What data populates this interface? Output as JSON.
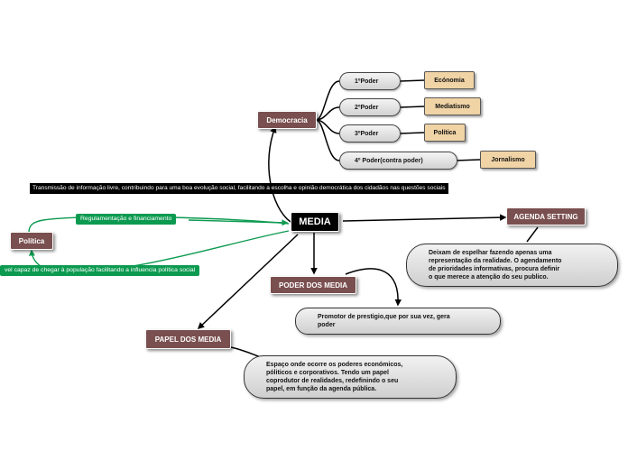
{
  "center": {
    "label": "MEDIA"
  },
  "democracia": {
    "label": "Democracia",
    "poderes": [
      {
        "label": "1ºPoder",
        "tag": "Ecónomia"
      },
      {
        "label": "2ºPoder",
        "tag": "Mediatismo"
      },
      {
        "label": "3ºPoder",
        "tag": "Política"
      },
      {
        "label": "4º Poder(contra poder)",
        "tag": "Jornalismo"
      }
    ]
  },
  "transmissao": "Transmissão de informação livre, contribuindo para uma boa evolução social, facilitando a escolha e opinião democrática dos cidadãos nas questões sociais",
  "politica": {
    "label": "Política",
    "link_top": "Regulamentação e financiamento",
    "link_bottom": "vel capaz de chegar à população facilitando a influencia política social"
  },
  "agenda": {
    "label": "AGENDA SETTING",
    "text": [
      "Deixam de espelhar fazendo apenas uma",
      "representação da realidade. O agendamento",
      "de prioridades informativas, procura definir",
      "o que merece a atenção do seu publico."
    ]
  },
  "poder_media": {
    "label": "PODER DOS MEDIA",
    "text": [
      "Promotor de prestigio,que por sua vez, gera",
      "poder"
    ]
  },
  "papel_media": {
    "label": "PAPEL DOS MEDIA",
    "text": [
      "Espaço onde ocorre os poderes económicos,",
      "póliticos e corporativos. Tendo um papel",
      "coprodutor de realidades, redefinindo o seu",
      "papel, em função da agenda pública."
    ]
  }
}
